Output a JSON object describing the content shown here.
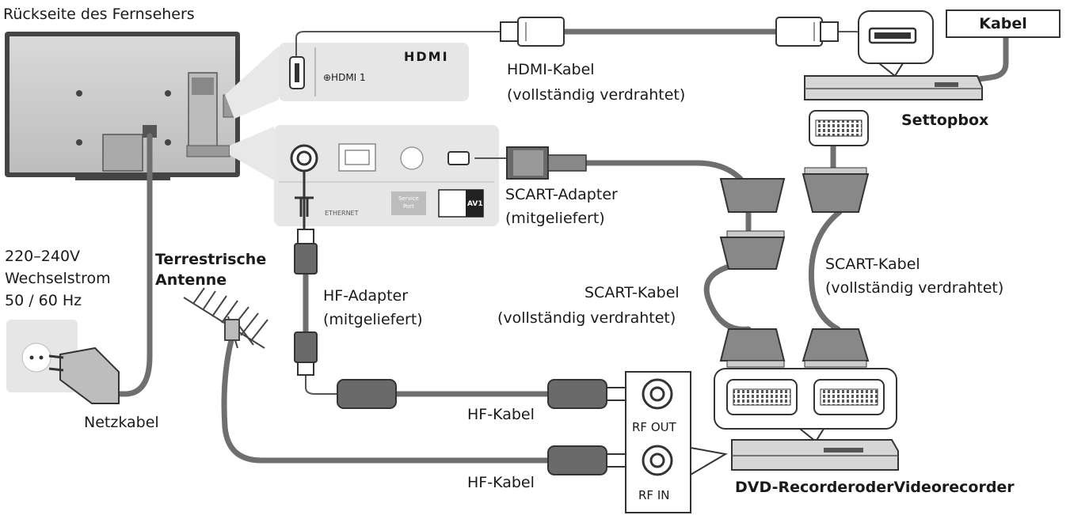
{
  "labels": {
    "tv_back": "Rückseite des Fernsehers",
    "cable_source": "Kabel",
    "hdmi_cable": "HDMI-Kabel",
    "hdmi_cable_note": "(vollständig verdrahtet)",
    "settopbox": "Settopbox",
    "scart_adapter": "SCART-Adapter",
    "scart_adapter_note": "(mitgeliefert)",
    "power_voltage": "220–240V",
    "power_type": "Wechselstrom",
    "power_freq": "50 / 60 Hz",
    "antenna_line1": "Terrestrische",
    "antenna_line2": "Antenne",
    "rf_adapter": "HF-Adapter",
    "rf_adapter_note": "(mitgeliefert)",
    "scart_cable_left": "SCART-Kabel",
    "scart_cable_left_note": "(vollständig verdrahtet)",
    "scart_cable_right": "SCART-Kabel",
    "scart_cable_right_note": "(vollständig verdrahtet)",
    "power_cable": "Netzkabel",
    "rf_cable_top": "HF-Kabel",
    "rf_cable_bottom": "HF-Kabel",
    "rf_out": "RF OUT",
    "rf_in": "RF IN",
    "recorder": "DVD-RecorderoderVideorecorder"
  },
  "panel": {
    "hdmi_logo": "HDMI",
    "hdmi_port": "⊕HDMI 1",
    "service_port": "Service Port",
    "ethernet": "ETHERNET",
    "av1": "AV1"
  },
  "colors": {
    "cable": "#6f6f6f",
    "panel": "#e6e6e6",
    "device": "#d6d6d6",
    "outline": "#3a3a3a"
  }
}
